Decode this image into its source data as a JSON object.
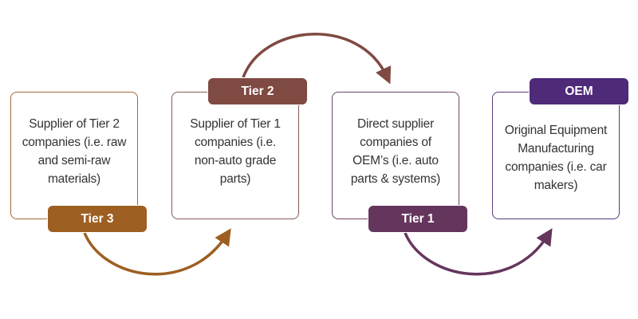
{
  "colors": {
    "tier3": "#9e5f22",
    "tier2": "#7f4a42",
    "tier1": "#65365d",
    "oem": "#4e2a78"
  },
  "stages": [
    {
      "label": "Tier 3",
      "description": "Supplier of Tier 2 companies (i.e. raw and semi-raw materials)"
    },
    {
      "label": "Tier 2",
      "description": "Supplier of Tier 1 companies (i.e. non-auto grade parts)"
    },
    {
      "label": "Tier 1",
      "description": "Direct supplier companies of OEM’s (i.e. auto parts & systems)"
    },
    {
      "label": "OEM",
      "description": "Original Equipment Manufacturing companies (i.e. car makers)"
    }
  ]
}
